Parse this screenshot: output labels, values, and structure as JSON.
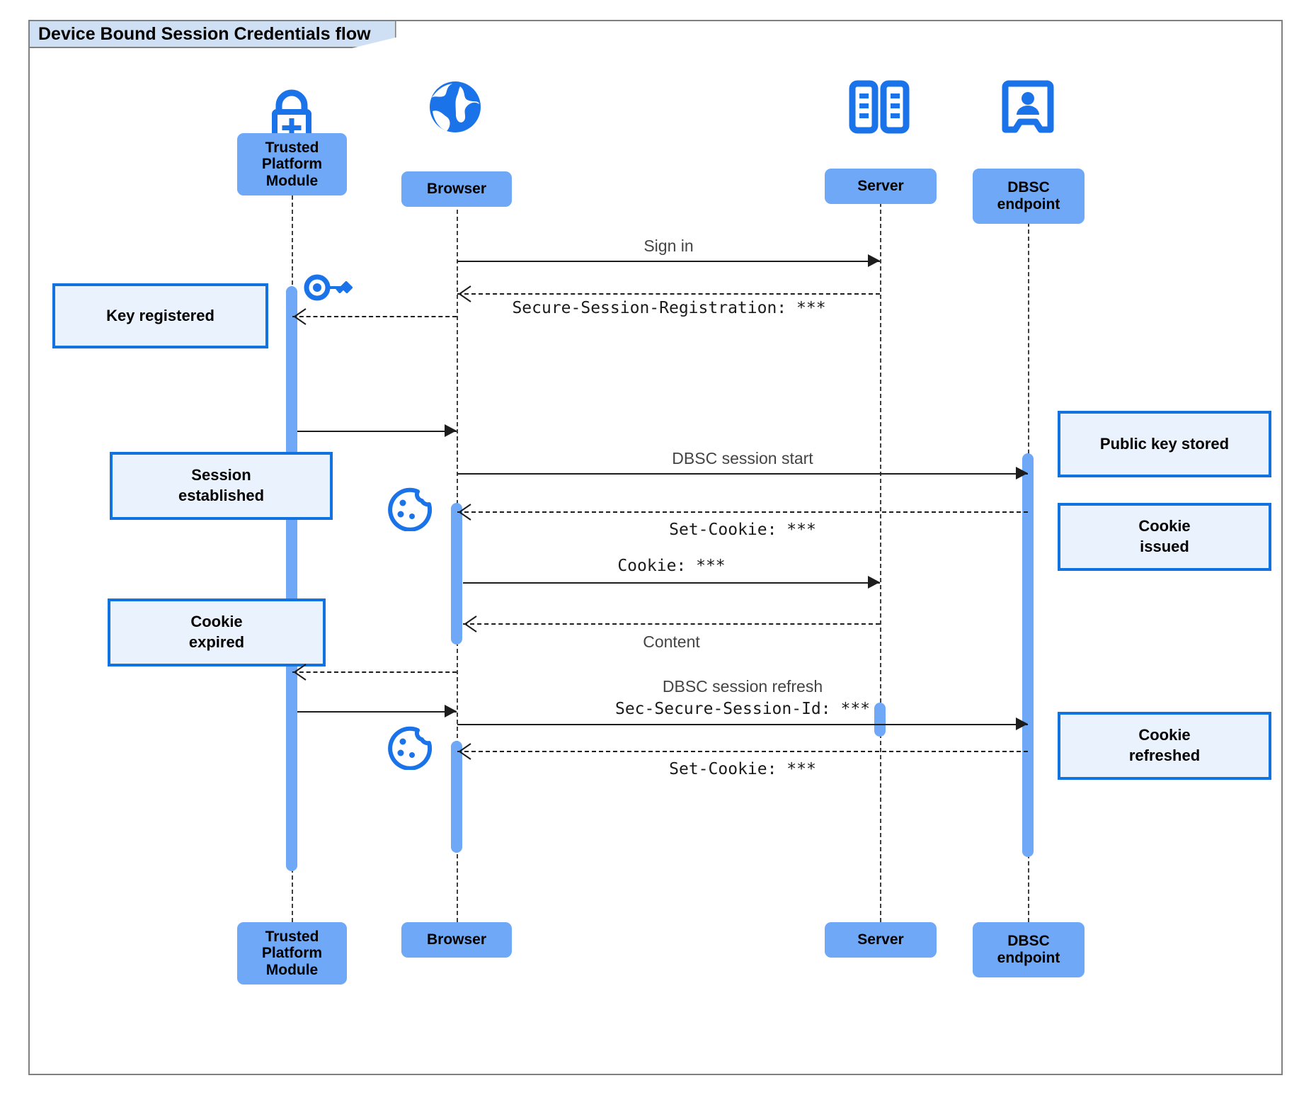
{
  "diagram": {
    "title": "Device Bound Session Credentials flow",
    "type": "uml-sequence-diagram",
    "colors": {
      "participant_fill": "#6fa8f7",
      "note_fill": "#eaf2fe",
      "note_border": "#1272e0",
      "icon_blue": "#1a73e8",
      "frame_border": "#808080",
      "title_fill": "#cfe0f5"
    }
  },
  "participants": [
    {
      "id": "tpm",
      "label": "Trusted\nPlatform\nModule",
      "label_line1": "Trusted",
      "label_line2": "Platform",
      "label_line3": "Module",
      "icon": "lock-plus-icon"
    },
    {
      "id": "browser",
      "label": "Browser",
      "icon": "globe-icon"
    },
    {
      "id": "server",
      "label": "Server",
      "icon": "server-racks-icon"
    },
    {
      "id": "dbsc",
      "label": "DBSC\nendpoint",
      "label_line1": "DBSC",
      "label_line2": "endpoint",
      "icon": "id-badge-icon"
    }
  ],
  "messages": [
    {
      "id": "m1",
      "from": "browser",
      "to": "server",
      "style": "solid",
      "label": "Sign in",
      "font": "sans"
    },
    {
      "id": "m2",
      "from": "server",
      "to": "browser",
      "style": "dashed",
      "label": "Secure-Session-Registration: ***",
      "font": "mono"
    },
    {
      "id": "m3",
      "from": "browser",
      "to": "tpm",
      "style": "dashed",
      "label": "",
      "font": "sans"
    },
    {
      "id": "m4",
      "from": "tpm",
      "to": "browser",
      "style": "solid",
      "label": "",
      "font": "sans"
    },
    {
      "id": "m5",
      "from": "browser",
      "to": "dbsc",
      "style": "solid",
      "label": "DBSC session start",
      "font": "sans"
    },
    {
      "id": "m6",
      "from": "dbsc",
      "to": "browser",
      "style": "dashed",
      "label": "Set-Cookie: ***",
      "font": "mono"
    },
    {
      "id": "m7",
      "from": "browser",
      "to": "server",
      "style": "solid",
      "label": "Cookie: ***",
      "font": "mono"
    },
    {
      "id": "m8",
      "from": "server",
      "to": "browser",
      "style": "dashed",
      "label": "Content",
      "font": "sans"
    },
    {
      "id": "m9",
      "from": "browser",
      "to": "tpm",
      "style": "dashed",
      "label": "",
      "font": "sans"
    },
    {
      "id": "m10",
      "from": "tpm",
      "to": "browser",
      "style": "solid",
      "label": "",
      "font": "sans"
    },
    {
      "id": "m11",
      "from": "browser",
      "to": "dbsc",
      "style": "solid",
      "label_line1": "DBSC session refresh",
      "label_line2": "Sec-Secure-Session-Id: ***",
      "font": "mixed"
    },
    {
      "id": "m12",
      "from": "dbsc",
      "to": "browser",
      "style": "dashed",
      "label": "Set-Cookie: ***",
      "font": "mono"
    }
  ],
  "notes": [
    {
      "id": "n1",
      "text": "Key registered",
      "anchor": "tpm",
      "side": "left"
    },
    {
      "id": "n2",
      "text_line1": "Session",
      "text_line2": "established",
      "anchor": "tpm",
      "side": "left"
    },
    {
      "id": "n3",
      "text_line1": "Cookie",
      "text_line2": "expired",
      "anchor": "tpm",
      "side": "left"
    },
    {
      "id": "n4",
      "text": "Public key stored",
      "anchor": "dbsc",
      "side": "right"
    },
    {
      "id": "n5",
      "text_line1": "Cookie",
      "text_line2": "issued",
      "anchor": "dbsc",
      "side": "right"
    },
    {
      "id": "n6",
      "text_line1": "Cookie",
      "text_line2": "refreshed",
      "anchor": "dbsc",
      "side": "right"
    }
  ],
  "inline_icons": [
    {
      "id": "key1",
      "name": "key-icon",
      "near": "tpm"
    },
    {
      "id": "cookie1",
      "name": "cookie-icon",
      "near": "browser"
    },
    {
      "id": "cookie2",
      "name": "cookie-icon",
      "near": "browser"
    }
  ]
}
